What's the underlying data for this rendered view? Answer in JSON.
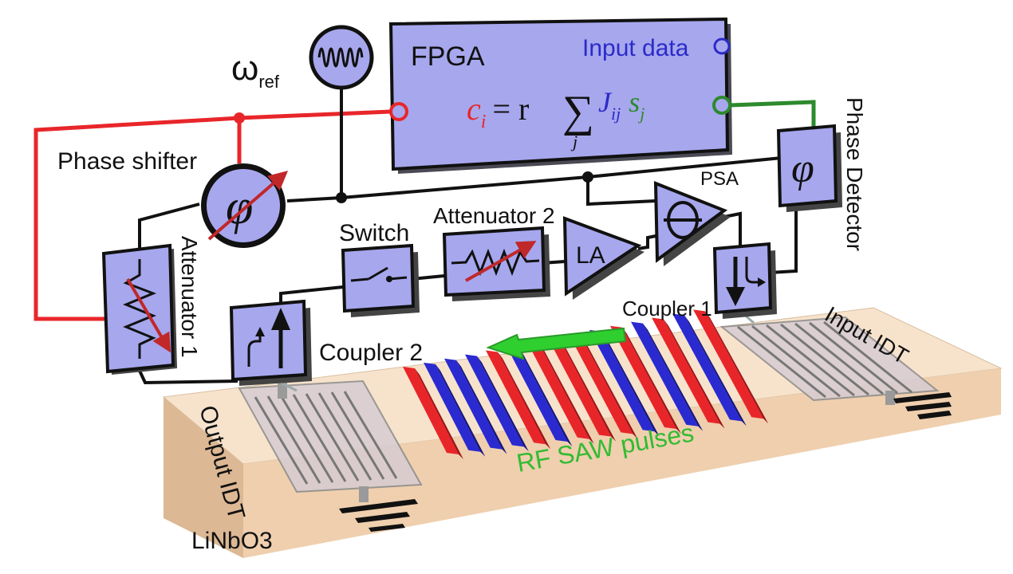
{
  "colors": {
    "block_fill": "#a7a7ee",
    "outline": "#111111",
    "feedback_red": "#e8262a",
    "feedback_green": "#2d8a2d",
    "saw_red": "#e8262a",
    "saw_blue": "#2a2ad0",
    "substrate": "#f2d7b8",
    "arrow_green": "#33cc33",
    "label_blue": "#2b2bc8",
    "label_green": "#33bb33"
  },
  "fpga": {
    "title": "FPGA",
    "input_label": "Input data",
    "eq_c": "c",
    "eq_i": "i",
    "eq_rhs": "= r",
    "eq_sigma": "∑",
    "eq_j_index": "j",
    "eq_J": "J",
    "eq_ij": "ij",
    "eq_s": "s",
    "eq_sj": "j"
  },
  "ref": {
    "symbol": "ω",
    "subscript": "ref"
  },
  "labels": {
    "phase_shifter": "Phase shifter",
    "attenuator1": "Attenuator 1",
    "switch": "Switch",
    "attenuator2": "Attenuator 2",
    "la": "LA",
    "psa": "PSA",
    "phase_detector": "Phase Detector",
    "coupler1": "Coupler 1",
    "coupler2": "Coupler 2",
    "input_idt": "Input IDT",
    "output_idt": "Output IDT",
    "substrate": "LiNbO3",
    "saw": "RF SAW pulses",
    "phi": "φ"
  },
  "saw_pulses": [
    "red",
    "blue",
    "blue",
    "blue",
    "red",
    "blue",
    "red",
    "red",
    "red",
    "blue",
    "red",
    "blue",
    "red",
    "blue",
    "red"
  ]
}
